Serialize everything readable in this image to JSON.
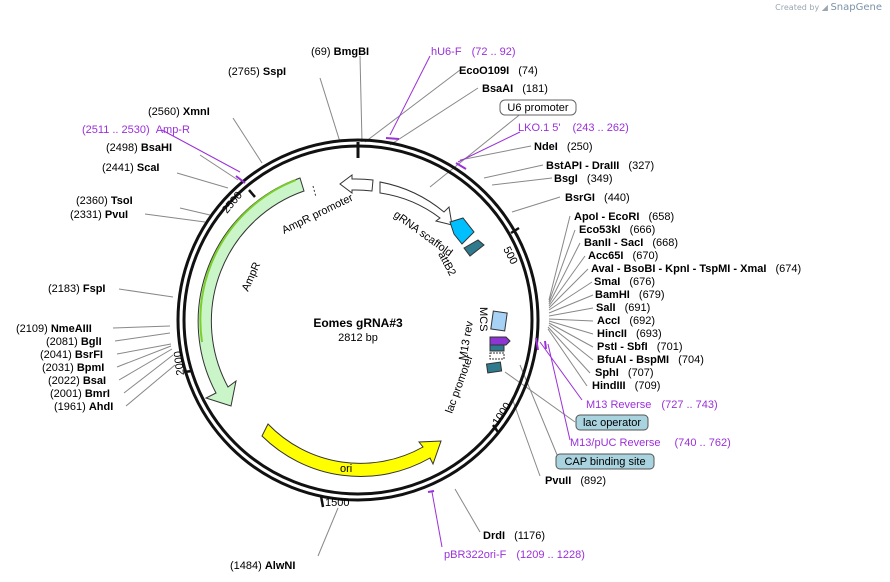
{
  "brand": {
    "created_by": "Created by",
    "name": "SnapGene"
  },
  "plasmid": {
    "name": "Eomes gRNA#3",
    "size_label": "2812 bp",
    "length": 2812
  },
  "ticks": [
    "500",
    "1000",
    "1500",
    "2000",
    "2500"
  ],
  "colors": {
    "primer": "#9b30d9",
    "feature_green": "#c9f5c9",
    "ori": "#ffff00",
    "u6": "#ffffff",
    "scaffold": "#00bfff",
    "attb2": "#2f7a8c",
    "mcs": "#a8d2f5",
    "lac": "#2f6f80"
  },
  "sites_left": [
    {
      "name": "BmgBI",
      "pos": "(69)"
    },
    {
      "name": "SspI",
      "pos": "(2765)"
    },
    {
      "name": "XmnI",
      "pos": "(2560)"
    },
    {
      "name": "BsaHI",
      "pos": "(2498)"
    },
    {
      "name": "ScaI",
      "pos": "(2441)"
    },
    {
      "name": "TsoI",
      "pos": "(2360)"
    },
    {
      "name": "PvuI",
      "pos": "(2331)"
    },
    {
      "name": "FspI",
      "pos": "(2183)"
    },
    {
      "name": "NmeAIII",
      "pos": "(2109)"
    },
    {
      "name": "BglI",
      "pos": "(2081)"
    },
    {
      "name": "BsrFI",
      "pos": "(2041)"
    },
    {
      "name": "BpmI",
      "pos": "(2031)"
    },
    {
      "name": "BsaI",
      "pos": "(2022)"
    },
    {
      "name": "BmrI",
      "pos": "(2001)"
    },
    {
      "name": "AhdI",
      "pos": "(1961)"
    },
    {
      "name": "AlwNI",
      "pos": "(1484)"
    }
  ],
  "sites_right": [
    {
      "name": "EcoO109I",
      "pos": "(74)"
    },
    {
      "name": "BsaAI",
      "pos": "(181)"
    },
    {
      "name": "NdeI",
      "pos": "(250)"
    },
    {
      "name": "BstAPI - DraIII",
      "pos": "(327)"
    },
    {
      "name": "BsgI",
      "pos": "(349)"
    },
    {
      "name": "BsrGI",
      "pos": "(440)"
    },
    {
      "name": "ApoI - EcoRI",
      "pos": "(658)"
    },
    {
      "name": "Eco53kI",
      "pos": "(666)"
    },
    {
      "name": "BanII - SacI",
      "pos": "(668)"
    },
    {
      "name": "Acc65I",
      "pos": "(670)"
    },
    {
      "name": "AvaI - BsoBI - KpnI - TspMI - XmaI",
      "pos": "(674)"
    },
    {
      "name": "SmaI",
      "pos": "(676)"
    },
    {
      "name": "BamHI",
      "pos": "(679)"
    },
    {
      "name": "SalI",
      "pos": "(691)"
    },
    {
      "name": "AccI",
      "pos": "(692)"
    },
    {
      "name": "HincII",
      "pos": "(693)"
    },
    {
      "name": "PstI - SbfI",
      "pos": "(701)"
    },
    {
      "name": "BfuAI - BspMI",
      "pos": "(704)"
    },
    {
      "name": "SphI",
      "pos": "(707)"
    },
    {
      "name": "HindIII",
      "pos": "(709)"
    },
    {
      "name": "PvuII",
      "pos": "(892)"
    },
    {
      "name": "DrdI",
      "pos": "(1176)"
    }
  ],
  "primers": [
    {
      "name": "hU6-F",
      "range": "(72 .. 92)"
    },
    {
      "name": "Amp-R",
      "range": "(2511 .. 2530)"
    },
    {
      "name": "LKO.1 5'",
      "range": "(243 .. 262)"
    },
    {
      "name": "M13 Reverse",
      "range": "(727 .. 743)"
    },
    {
      "name": "M13/pUC Reverse",
      "range": "(740 .. 762)"
    },
    {
      "name": "pBR322ori-F",
      "range": "(1209 .. 1228)"
    }
  ],
  "boxed": {
    "u6": "U6 promoter",
    "lac_operator": "lac operator",
    "cap": "CAP binding site"
  },
  "features": {
    "ampr": "AmpR",
    "ampr_promoter": "AmpR promoter",
    "grna": "gRNA scaffold",
    "attb2": "attB2",
    "mcs": "MCS",
    "m13rev": "M13 rev",
    "lac_promoter": "lac promoter",
    "ori": "ori"
  }
}
